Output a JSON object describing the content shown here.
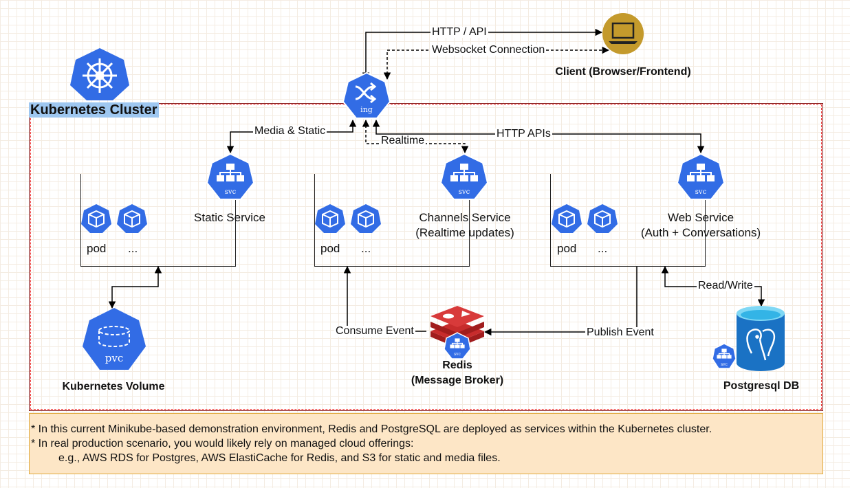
{
  "cluster": {
    "title": "Kubernetes Cluster"
  },
  "ingress": {
    "icon_label": "ing"
  },
  "client": {
    "label": "Client (Browser/Frontend)"
  },
  "edges": {
    "http_api": "HTTP / API",
    "websocket": "Websocket Connection",
    "media_static": "Media & Static",
    "realtime": "Realtime",
    "http_apis": "HTTP APIs",
    "read_write": "Read/Write",
    "consume_event": "Consume Event",
    "publish_event": "Publish Event"
  },
  "services": {
    "static": {
      "name": "Static Service",
      "icon_label": "svc",
      "pod_label": "pod",
      "more": "..."
    },
    "channels": {
      "name_line1": "Channels Service",
      "name_line2": "(Realtime updates)",
      "icon_label": "svc",
      "pod_label": "pod",
      "more": "..."
    },
    "web": {
      "name_line1": "Web Service",
      "name_line2": "(Auth + Conversations)",
      "icon_label": "svc",
      "pod_label": "pod",
      "more": "..."
    }
  },
  "volume": {
    "label": "Kubernetes Volume",
    "icon_label": "pvc"
  },
  "redis": {
    "label_line1": "Redis",
    "label_line2": "(Message Broker)",
    "icon_label": "svc"
  },
  "postgres": {
    "label": "Postgresql DB",
    "icon_label": "svc"
  },
  "note": {
    "line1": "* In this current Minikube-based demonstration environment, Redis and PostgreSQL are deployed as services within the Kubernetes cluster.",
    "line2": "* In real production scenario, you would likely rely on managed cloud offerings:",
    "line3": "e.g., AWS RDS for Postgres, AWS ElastiCache for Redis, and S3 for static and media files."
  },
  "colors": {
    "k8s_blue": "#326ce5",
    "client_gold": "#c49a2c",
    "redis_red": "#c72c2c",
    "cluster_border": "#8b1a1a",
    "note_bg": "#fde6c6"
  }
}
